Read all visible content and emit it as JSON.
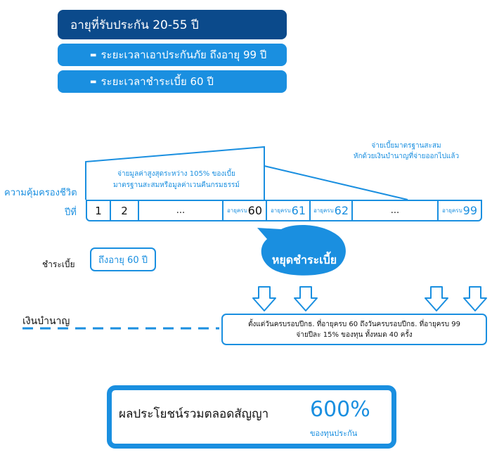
{
  "header": {
    "age_label": "อายุที่รับประกัน 20-55 ปี",
    "coverage_period": "ระยะเวลาเอาประกันภัย ถึงอายุ 99 ปี",
    "payment_period": "ระยะเวลาชำระเบี้ย 60 ปี"
  },
  "diagram": {
    "side_note": "จ่ายเบี้ยมาตรฐานสะสม\nหักด้วยเงินบำนาญที่จ่ายออกไปแล้ว",
    "coverage_note": "จ่ายมูลค่าสูงสุดระหว่าง 105% ของเบี้ย\nมาตรฐานสะสมหรือมูลค่าเวนคืนกรมธรรม์",
    "life_cover_label": "ความคุ้มครองชีวิต",
    "year_label": "ปีที่",
    "cells": {
      "c1": "1",
      "c2": "2",
      "c3": "...",
      "c4_small": "อายุครบ",
      "c4_big": "60",
      "c5_small": "อายุครบ",
      "c5_big": "61",
      "c6_small": "อายุครบ",
      "c6_big": "62",
      "c7": "...",
      "c8_small": "อายุครบ",
      "c8_big": "99"
    },
    "premium_label": "ชำระเบี้ย",
    "premium_until": "ถึงอายุ 60 ปี",
    "stop_paying": "หยุดชำระเบี้ย",
    "pension_label": "เงินบำนาญ",
    "pension_detail_1": "ตั้งแต่วันครบรอบปีกธ. ที่อายุครบ 60 ถึงวันครบรอบปีกธ. ที่อายุครบ 99",
    "pension_detail_2": "จ่ายปีละ 15% ของทุน ทั้งหมด 40 ครั้ง"
  },
  "benefit": {
    "label": "ผลประโยชน์รวมตลอดสัญญา",
    "percent": "600%",
    "sub": "ของทุนประกัน"
  },
  "colors": {
    "navy": "#0b4a8b",
    "blue": "#1a8fe0",
    "bubble": "#1a8fe0"
  }
}
